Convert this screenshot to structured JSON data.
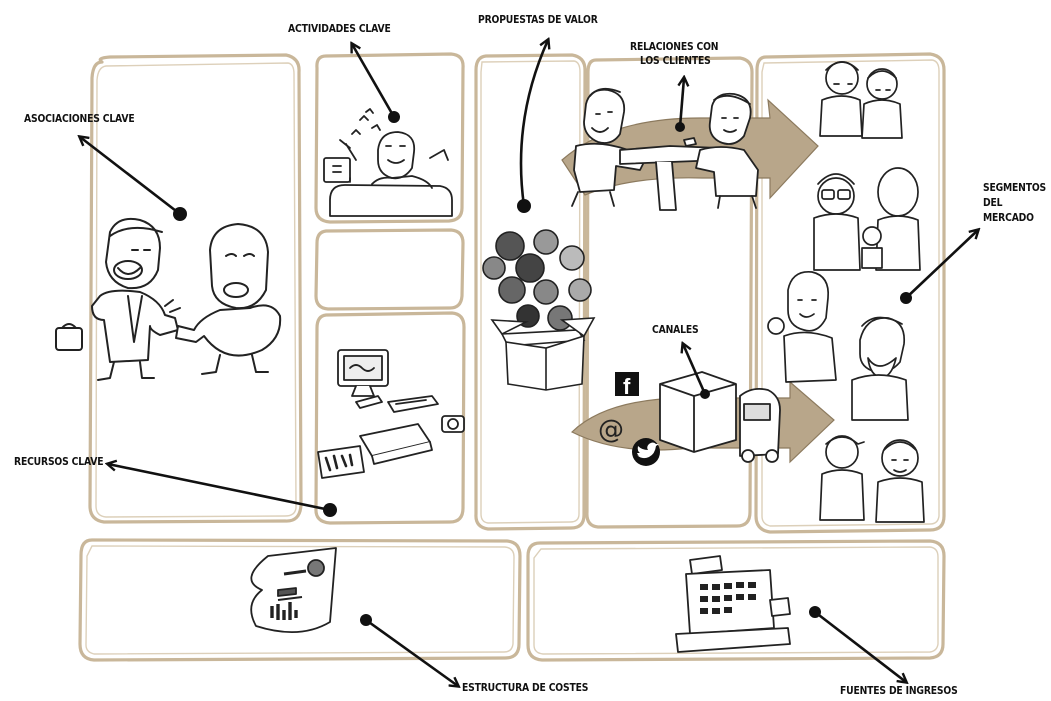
{
  "canvas": {
    "title": "Business Model Canvas",
    "accent_color": "#b8a68a",
    "box_stroke_color": "#c9b79a",
    "arrow_color": "#111111"
  },
  "labels": {
    "asociaciones_clave": "ASOCIACIONES CLAVE",
    "actividades_clave": "ACTIVIDADES CLAVE",
    "propuestas_de_valor": "PROPUESTAS DE VALOR",
    "relaciones_con_los_clientes_line1": "RELACIONES CON",
    "relaciones_con_los_clientes_line2": "LOS CLIENTES",
    "segmentos_line1": "SEGMENTOS",
    "segmentos_line2": "DEL",
    "segmentos_line3": "MERCADO",
    "recursos_clave": "RECURSOS CLAVE",
    "canales": "CANALES",
    "estructura_de_costes": "ESTRUCTURA DE COSTES",
    "fuentes_de_ingresos": "FUENTES DE INGRESOS"
  },
  "icons": {
    "channels": [
      "facebook-icon",
      "at-sign-icon",
      "twitter-icon"
    ],
    "value": [
      "gift-box-icon"
    ],
    "costs": [
      "report-chart-icon"
    ],
    "revenue": [
      "cash-register-icon"
    ]
  },
  "glyphs": {
    "facebook": "f",
    "at": "@"
  }
}
